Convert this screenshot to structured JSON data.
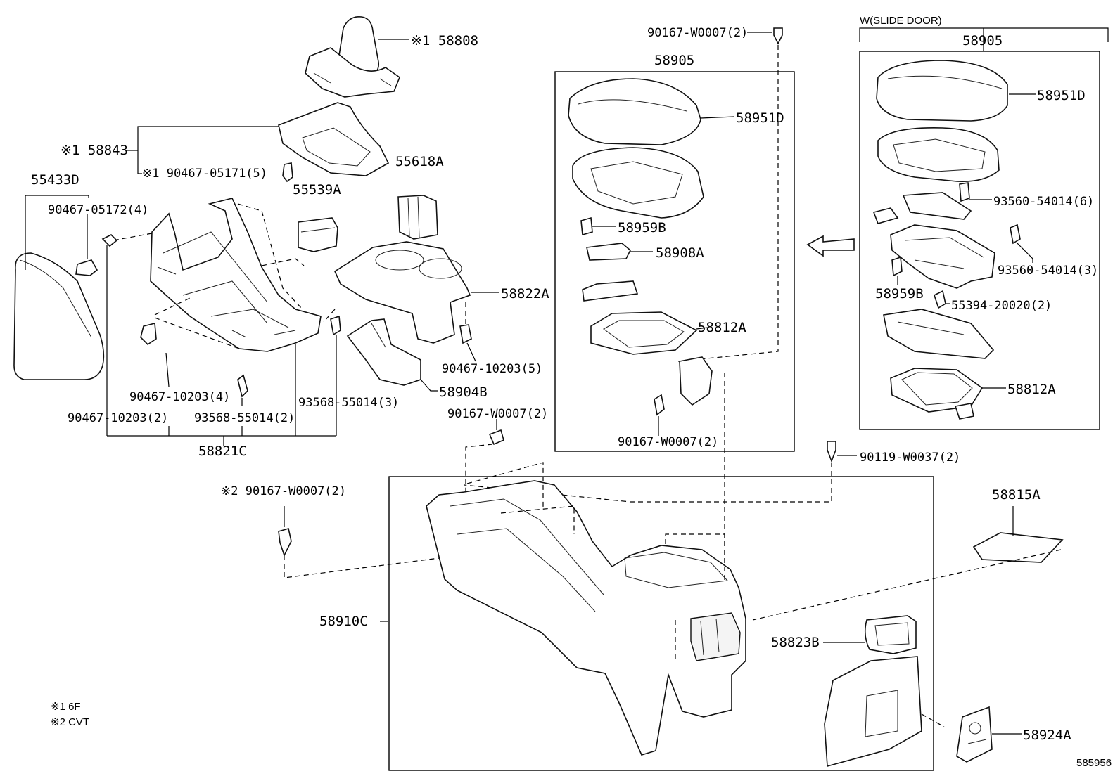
{
  "labels": {
    "p58808": "※1 58808",
    "p58843": "※1 58843",
    "p90467_05171": "※1 90467-05171(5)",
    "p55433D": "55433D",
    "p90467_05172": "90467-05172(4)",
    "p55539A": "55539A",
    "p55618A": "55618A",
    "p58822A": "58822A",
    "p90467_10203_5": "90467-10203(5)",
    "p58904B": "58904B",
    "p90467_10203_4": "90467-10203(4)",
    "p93568_55014_3": "93568-55014(3)",
    "p90467_10203_2": "90467-10203(2)",
    "p93568_55014_2": "93568-55014(2)",
    "p58821C": "58821C",
    "p90167_W0007_top": "90167-W0007(2)",
    "p58905_left": "58905",
    "p58951D_left": "58951D",
    "p58959B_left": "58959B",
    "p58908A": "58908A",
    "p58812A_left": "58812A",
    "p90167_W0007_box": "90167-W0007(2)",
    "p90167_W0007_mid": "90167-W0007(2)",
    "p2_90167_W0007": "※2 90167-W0007(2)",
    "p90119_W0037": "90119-W0037(2)",
    "slide_door": "W(SLIDE DOOR)",
    "p58905_right": "58905",
    "p58951D_right": "58951D",
    "p93560_54014_6": "93560-54014(6)",
    "p93560_54014_3": "93560-54014(3)",
    "p58959B_right": "58959B",
    "p55394_20020": "55394-20020(2)",
    "p58812A_right": "58812A",
    "p58815A": "58815A",
    "p58910C": "58910C",
    "p58823B": "58823B",
    "p58924A": "58924A"
  },
  "legend": {
    "note1": "※1 6F",
    "note2": "※2 CVT"
  },
  "diagram_id": "585956"
}
